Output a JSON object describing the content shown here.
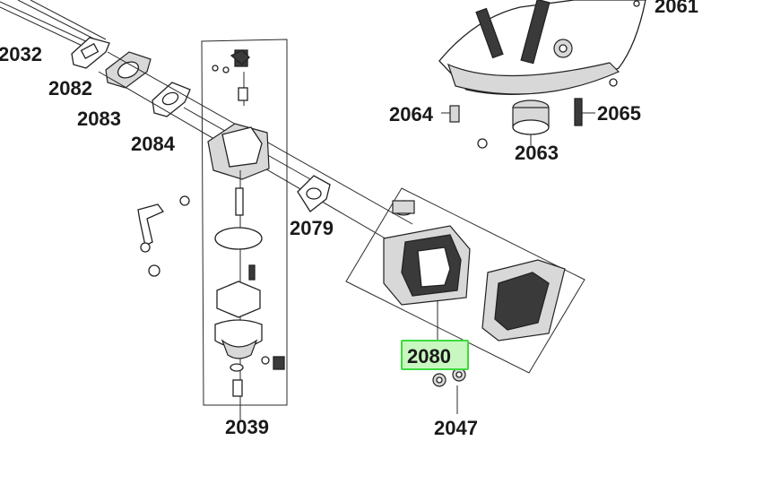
{
  "diagram": {
    "callouts": [
      {
        "id": "2032",
        "label": "2032"
      },
      {
        "id": "2082",
        "label": "2082"
      },
      {
        "id": "2083",
        "label": "2083"
      },
      {
        "id": "2084",
        "label": "2084"
      },
      {
        "id": "2039",
        "label": "2039"
      },
      {
        "id": "2079",
        "label": "2079"
      },
      {
        "id": "2061",
        "label": "2061"
      },
      {
        "id": "2064",
        "label": "2064"
      },
      {
        "id": "2065",
        "label": "2065"
      },
      {
        "id": "2063",
        "label": "2063"
      },
      {
        "id": "2080",
        "label": "2080"
      },
      {
        "id": "2047",
        "label": "2047"
      }
    ],
    "highlighted": "2080",
    "highlight_color": "#3ddc3d",
    "highlight_fill": "#c8f7c0"
  }
}
